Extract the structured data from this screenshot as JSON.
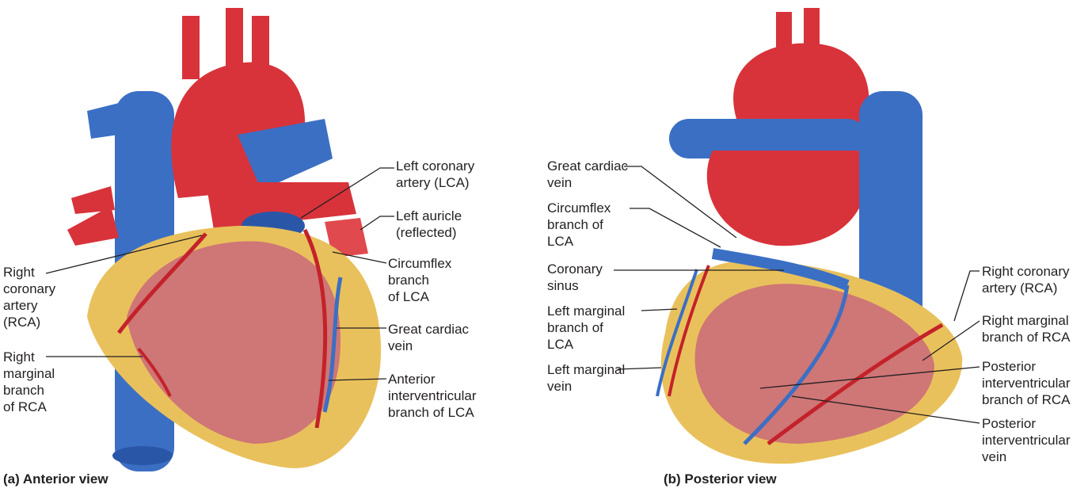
{
  "anterior": {
    "caption": "(a) Anterior view",
    "labels": {
      "lca": "Left coronary\nartery (LCA)",
      "auricle": "Left auricle\n(reflected)",
      "circumflex": "Circumflex\nbranch\nof LCA",
      "gcv": "Great cardiac\nvein",
      "aiv": "Anterior\ninterventricular\nbranch of LCA",
      "rca": "Right\ncoronary\nartery\n(RCA)",
      "rmb": "Right\nmarginal\nbranch\nof RCA"
    }
  },
  "posterior": {
    "caption": "(b) Posterior view",
    "labels": {
      "gcv": "Great cardiac\nvein",
      "circumflex": "Circumflex\nbranch of\nLCA",
      "sinus": "Coronary\nsinus",
      "lmb": "Left marginal\nbranch of\nLCA",
      "lmv": "Left marginal\nvein",
      "rca": "Right coronary\nartery (RCA)",
      "rmb": "Right marginal\nbranch of RCA",
      "pib": "Posterior\ninterventricular\nbranch of RCA",
      "piv": "Posterior\ninterventricular\nvein"
    }
  }
}
